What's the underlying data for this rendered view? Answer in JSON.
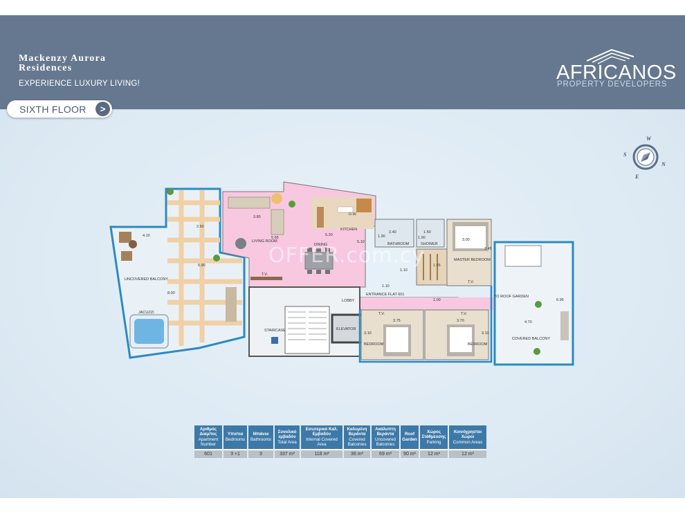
{
  "header": {
    "project_line1": "Mackenzy Aurora",
    "project_line2": "Residences",
    "tagline": "EXPERIENCE LUXURY LIVING!",
    "logo_name": "AFRICANOS",
    "logo_sub": "PROPERTY DEVELOPERS",
    "bg_color": "#66788f"
  },
  "floor_selector": {
    "label": "SIXTH FLOOR",
    "arrow": ">"
  },
  "compass": {
    "w": "W",
    "s": "S",
    "n": "N",
    "e": "E"
  },
  "plan": {
    "rooms": {
      "living": "LIVING ROOM",
      "dining": "DINING",
      "kitchen": "KITCHEN",
      "dw": "D.W.",
      "bathroom": "BATHROOM",
      "shower": "SHOWER",
      "master": "MASTER BEDROOM",
      "lobby": "LOBBY",
      "entrance": "ENTRANCE FLAT 601",
      "staircase": "STAIRCASE",
      "elevator": "ELEVATOR",
      "bedroom_left": "BEDROOM",
      "bedroom_right": "BEDROOM",
      "uncovered_balcony": "UNCOVERED BALCONY",
      "covered_balcony": "COVERED BALCONY",
      "jacuzzi": "JACUZZI",
      "roof_garden": "TO ROOF GARDEN",
      "tv1": "T.V.",
      "tv2": "T.V.",
      "tv3": "T.V.",
      "tv4": "T.V."
    },
    "dims": {
      "d410": "4.10",
      "d260": "2.60",
      "d590": "5.90",
      "d800": "8.00",
      "d380": "3.80",
      "d565": "5.65",
      "d520": "5.20",
      "d510": "5.10",
      "d190a": "1.90",
      "d240": "2.40",
      "d150": "1.50",
      "d190b": "1.90",
      "d300": "3.00",
      "d345": "3.45",
      "d110a": "1.10",
      "d110b": "1.10",
      "d155": "1.55",
      "d100": "1.00",
      "d375": "3.75",
      "d370": "3.70",
      "d310a": "3.10",
      "d310b": "3.10",
      "d470": "4.70",
      "d695": "6.95"
    }
  },
  "watermark": "OFFER.com.cy",
  "specs": {
    "headers": [
      {
        "gr": "Αριθμός Διαμ/τος",
        "en": "Apartment Number"
      },
      {
        "gr": "Υπν/τια",
        "en": "Bedrooms"
      },
      {
        "gr": "Μπάνια",
        "en": "Bathrooms"
      },
      {
        "gr": "Συνολικό εμβαδόν",
        "en": "Total Area"
      },
      {
        "gr": "Εσωτερικό Καλ. Εμβαδόν",
        "en": "Internal Covered Area"
      },
      {
        "gr": "Καλυμένη Βεράντα",
        "en": "Covered Balconies"
      },
      {
        "gr": "Ακάλυπτη Βεράντα",
        "en": "Uncovered Balconies"
      },
      {
        "gr": "Roof Garden",
        "en": ""
      },
      {
        "gr": "Χώρος Στάθμευσης",
        "en": "Parking"
      },
      {
        "gr": "Κοινόχρηστοι Χώροι",
        "en": "Common Areas"
      }
    ],
    "values": [
      "601",
      "3 +1",
      "3",
      "337 m²",
      "118 m²",
      "36 m²",
      "69 m²",
      "90 m²",
      "12 m²",
      "12 m²"
    ]
  }
}
